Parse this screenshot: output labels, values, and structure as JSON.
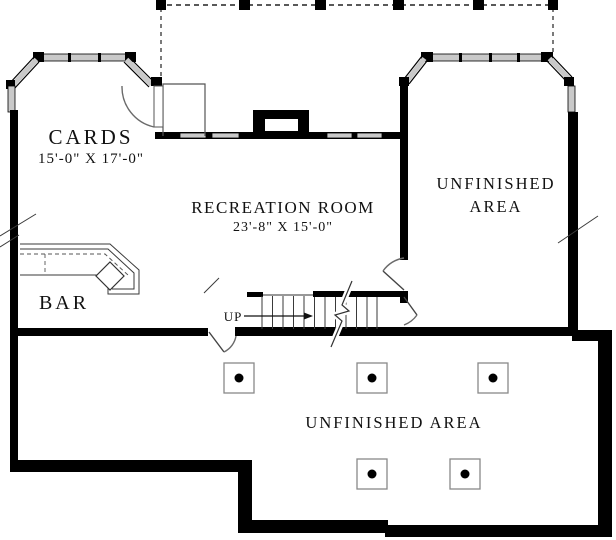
{
  "plan": {
    "type": "basement-floor-plan",
    "colors": {
      "wall": "#000000",
      "window_fill": "#c9c9c9",
      "line": "#3a3a3a"
    },
    "labels": {
      "cards": {
        "name": "CARDS",
        "dims": "15'-0\" X 17'-0\""
      },
      "recreation": {
        "name": "RECREATION ROOM",
        "dims": "23'-8\" X 15'-0\""
      },
      "unfinished_right": {
        "line1": "UNFINISHED",
        "line2": "AREA"
      },
      "bar": {
        "name": "BAR"
      },
      "stairs": {
        "direction": "UP"
      },
      "unfinished_bottom": {
        "name": "UNFINISHED AREA"
      }
    }
  }
}
